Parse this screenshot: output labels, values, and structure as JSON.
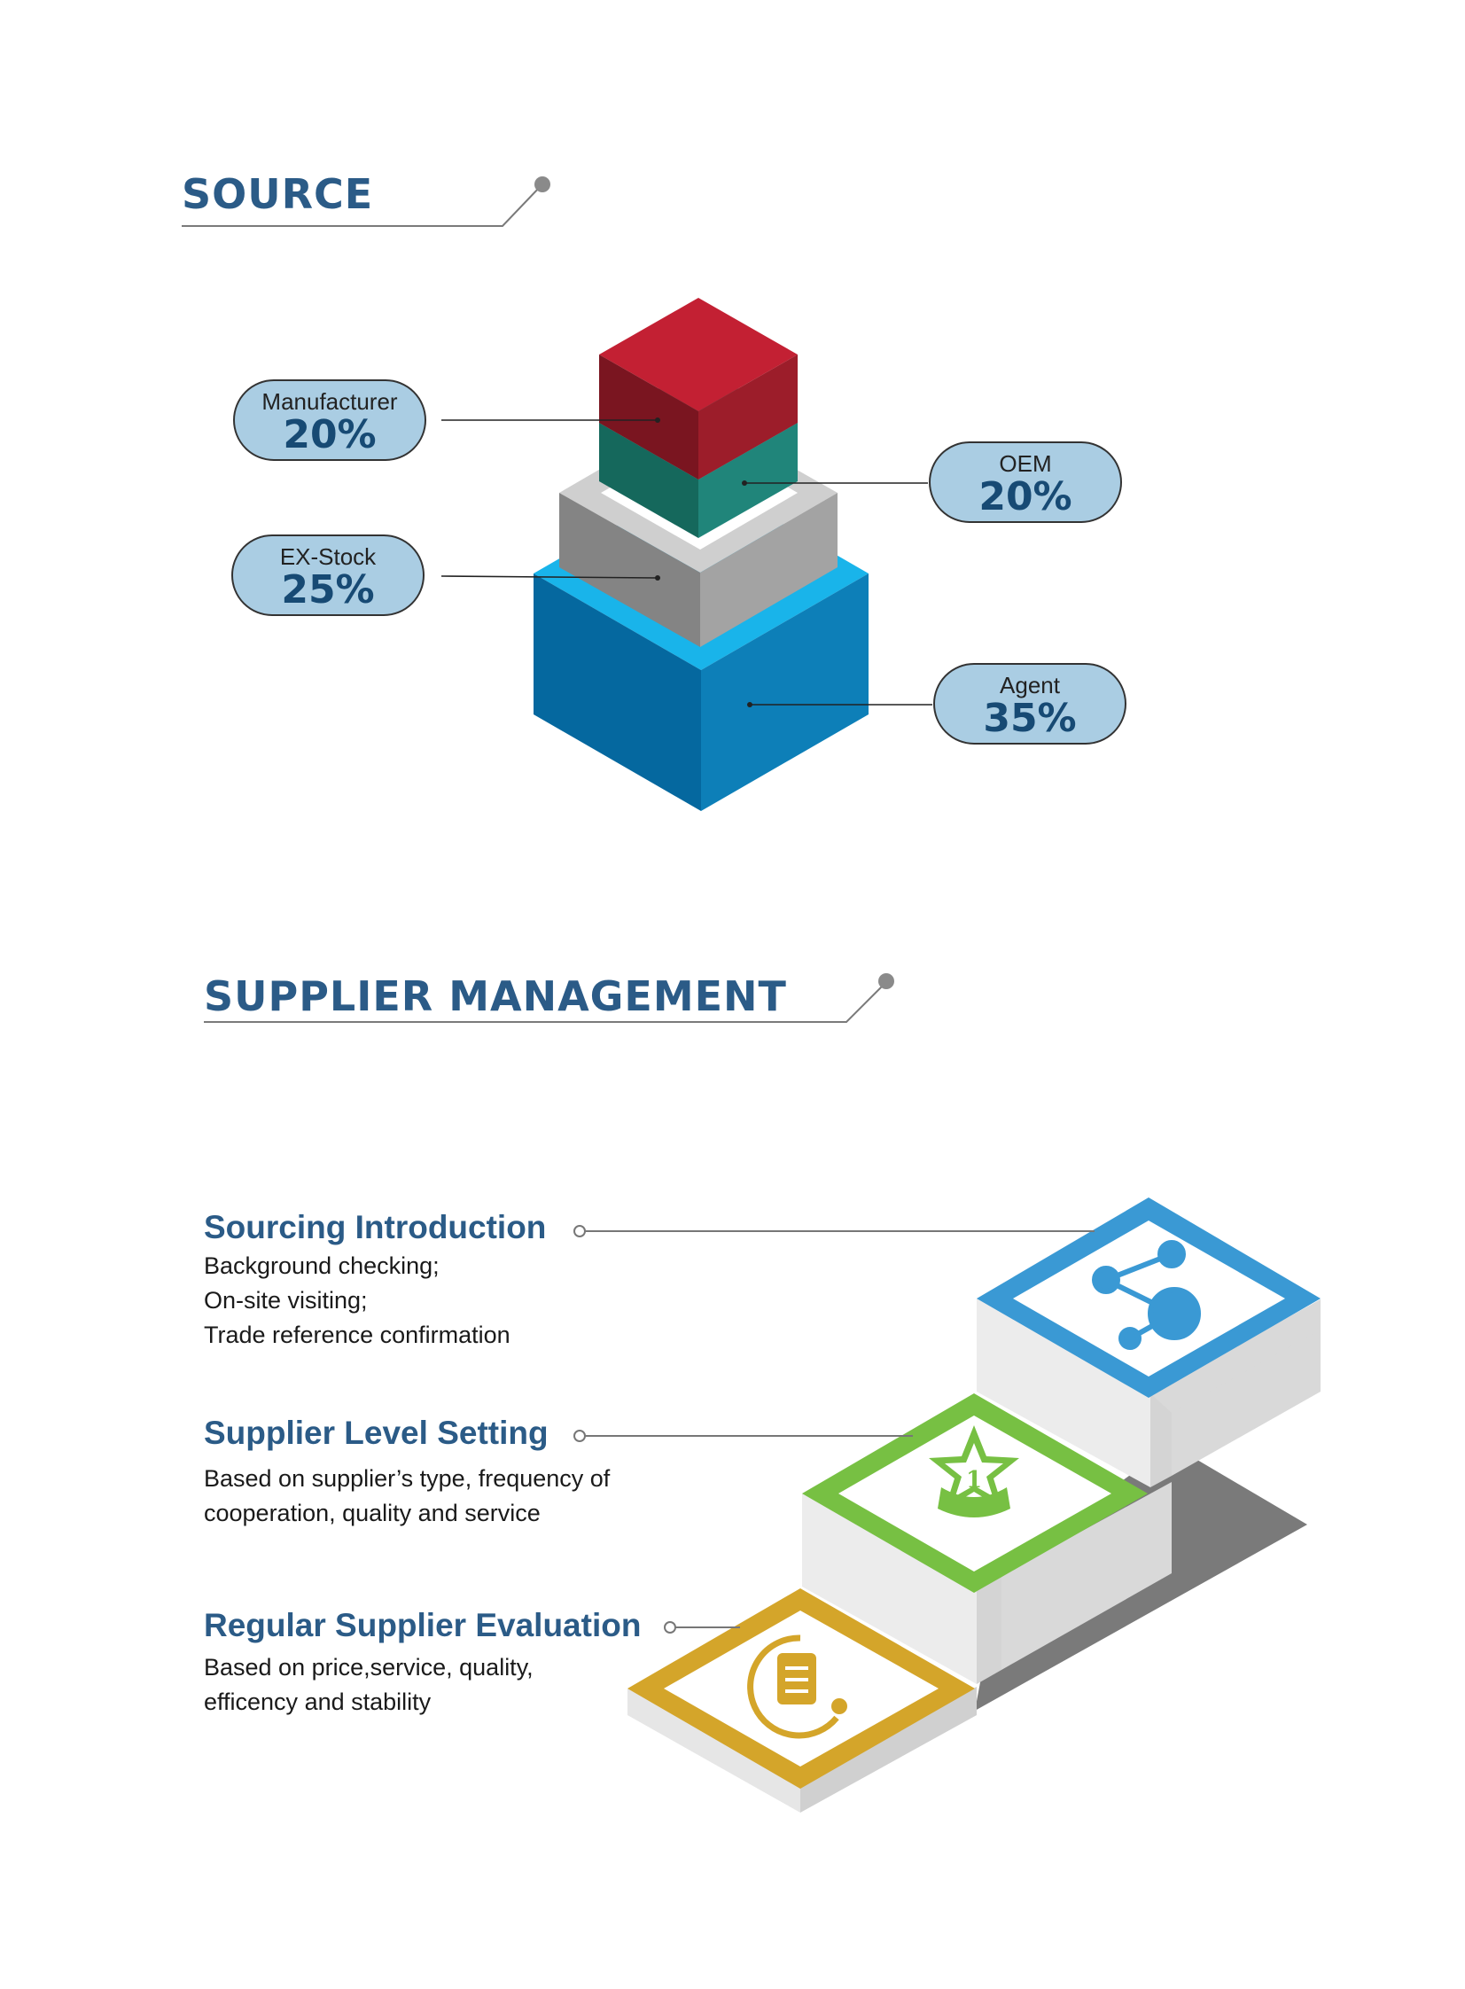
{
  "source": {
    "heading": "SOURCE",
    "items": [
      {
        "label": "Manufacturer",
        "value": "20%",
        "color": "#c32033"
      },
      {
        "label": "OEM",
        "value": "20%",
        "color": "#1f7f72"
      },
      {
        "label": "EX-Stock",
        "value": "25%",
        "color": "#9b9b9b"
      },
      {
        "label": "Agent",
        "value": "35%",
        "color": "#0b7fb9"
      }
    ]
  },
  "supplier": {
    "heading": "SUPPLIER MANAGEMENT",
    "steps": [
      {
        "title": "Sourcing Introduction",
        "lines": [
          "Background checking;",
          "On-site visiting;",
          "Trade reference confirmation"
        ],
        "color": "#3a99d4",
        "icon": "network-nodes-icon"
      },
      {
        "title": "Supplier Level Setting",
        "lines": [
          "Based on supplier’s type, frequency of",
          "cooperation, quality and service"
        ],
        "color": "#77c043",
        "icon": "star-rank-icon"
      },
      {
        "title": "Regular Supplier Evaluation",
        "lines": [
          "Based on price,service, quality,",
          "efficency and stability"
        ],
        "color": "#d4a52a",
        "icon": "document-cycle-icon"
      }
    ]
  }
}
